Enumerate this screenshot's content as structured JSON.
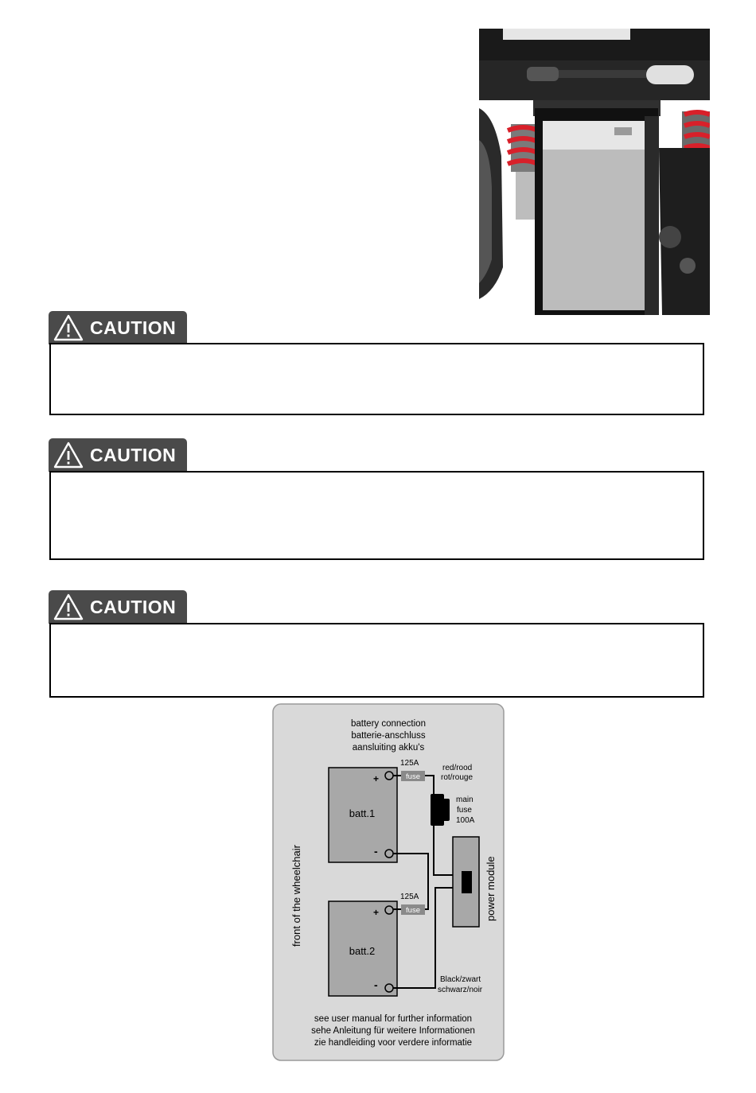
{
  "cautions": [
    {
      "label": "CAUTION"
    },
    {
      "label": "CAUTION"
    },
    {
      "label": "CAUTION"
    }
  ],
  "diagram": {
    "title": [
      "battery connection",
      "batterie-anschluss",
      "aansluiting akku's"
    ],
    "battery1": "batt.1",
    "battery2": "batt.2",
    "plus": "+",
    "minus": "-",
    "fuse_rating_1": "125A",
    "fuse_rating_2": "125A",
    "fuse_label": "fuse",
    "red_wire": [
      "red/rood",
      "rot/rouge"
    ],
    "main_fuse": [
      "main",
      "fuse",
      "100A"
    ],
    "power_module": "power module",
    "front_label": "front of the wheelchair",
    "black_wire": [
      "Black/zwart",
      "schwarz/noir"
    ],
    "footer": [
      "see user manual for further information",
      "sehe Anleitung für weitere Informationen",
      "zie handleiding voor verdere informatie"
    ]
  },
  "colors": {
    "tab": "#4a4a4a",
    "panel": "#d9d9d9",
    "battery": "#a8a8a8",
    "fuse": "#8a8a8a",
    "spring": "#d8202a"
  }
}
